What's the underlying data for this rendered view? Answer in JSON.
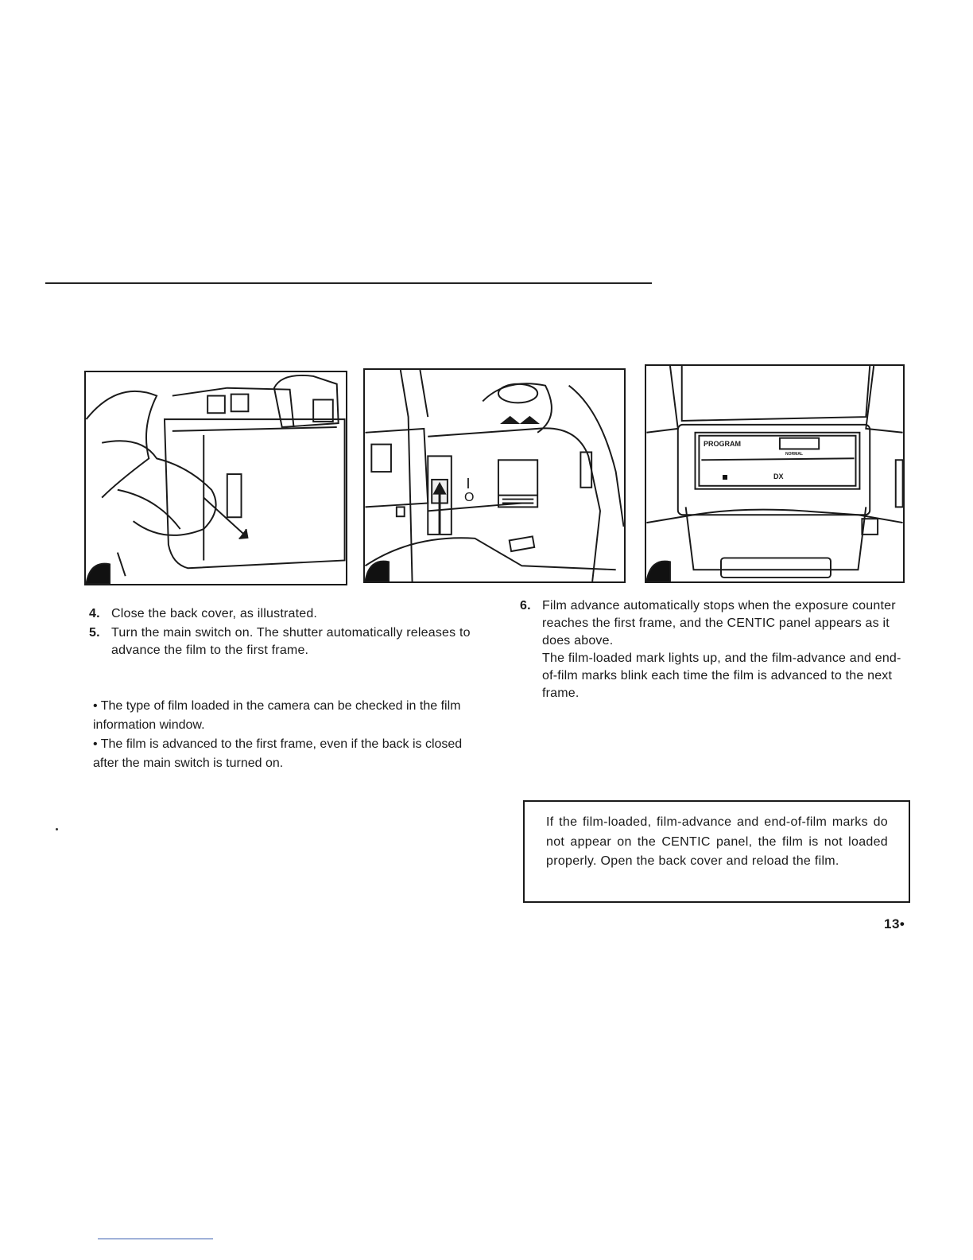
{
  "figures": [
    {
      "alt": "Hand closing the camera back cover"
    },
    {
      "alt": "Main switch being turned on",
      "switch_marks": [
        "|",
        "O"
      ]
    },
    {
      "alt": "CENTIC panel display",
      "panel_label": "PROGRAM",
      "mode_label": "NORMAL",
      "dx_label": "DX"
    }
  ],
  "steps_left": [
    {
      "num": "4.",
      "text": "Close the back cover, as illustrated."
    },
    {
      "num": "5.",
      "text": "Turn the main switch on. The shutter automatically releases to advance the film to the first frame."
    }
  ],
  "notes": [
    "• The type of film loaded in the camera can be checked in the film information window.",
    "• The film is advanced to the first frame, even if the back is closed after the main switch is turned on."
  ],
  "steps_right": [
    {
      "num": "6.",
      "text": "Film advance automatically stops when the exposure counter reaches the first frame, and the CENTIC panel appears as it does above.",
      "text2": "The film-loaded mark lights up, and the film-advance and end-of-film marks blink each time the film is advanced to the next frame."
    }
  ],
  "caution": "If the film-loaded, film-advance and end-of-film marks do not appear on the CENTIC panel, the film is not loaded properly. Open the back cover and reload the film.",
  "page_number": "13•"
}
